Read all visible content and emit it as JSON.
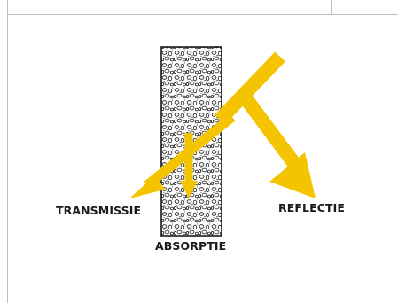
{
  "labels": {
    "transmission": "TRANSMISSIE",
    "absorption": "ABSORPTIE",
    "reflection": "REFLECTIE"
  },
  "colors": {
    "arrow": "#f5c400",
    "material_stroke": "#1a1a1a",
    "frame_line": "#bdbdbd"
  },
  "icons": {
    "material": "porous-material-slab",
    "incoming": "incident-light-arrow",
    "transmitted": "transmitted-light-arrow",
    "absorbed": "absorbed-light-arrow",
    "reflected": "reflected-light-arrow"
  }
}
